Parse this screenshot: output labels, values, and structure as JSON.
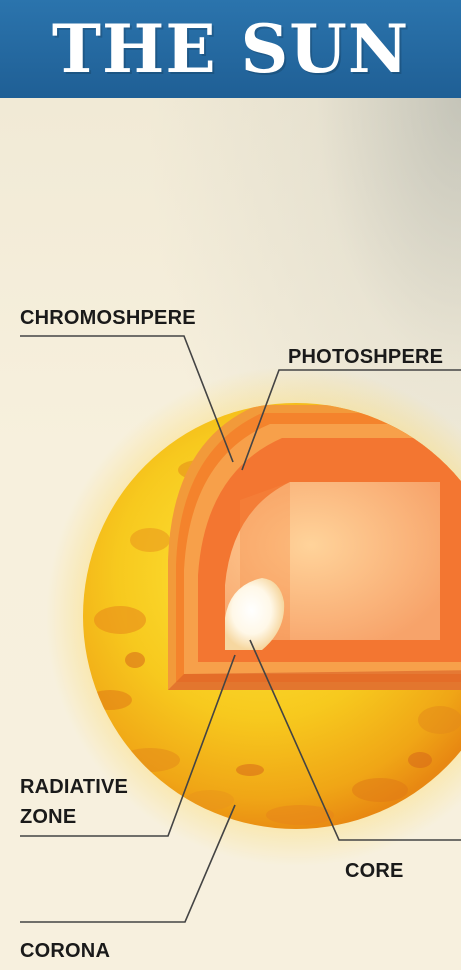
{
  "header": {
    "title": "THE SUN"
  },
  "labels": {
    "chromosphere": "CHROMOSHPERE",
    "photosphere": "PHOTOSHPERE",
    "radiative_zone_line1": "RADIATIVE",
    "radiative_zone_line2": "ZONE",
    "core": "CORE",
    "corona": "CORONA"
  },
  "colors": {
    "header_bg": "#236aa3",
    "page_bg": "#f6efdc",
    "sun_surface": "#f6c21b",
    "layer_outer": "#f07a2a",
    "core": "#ffffff"
  }
}
